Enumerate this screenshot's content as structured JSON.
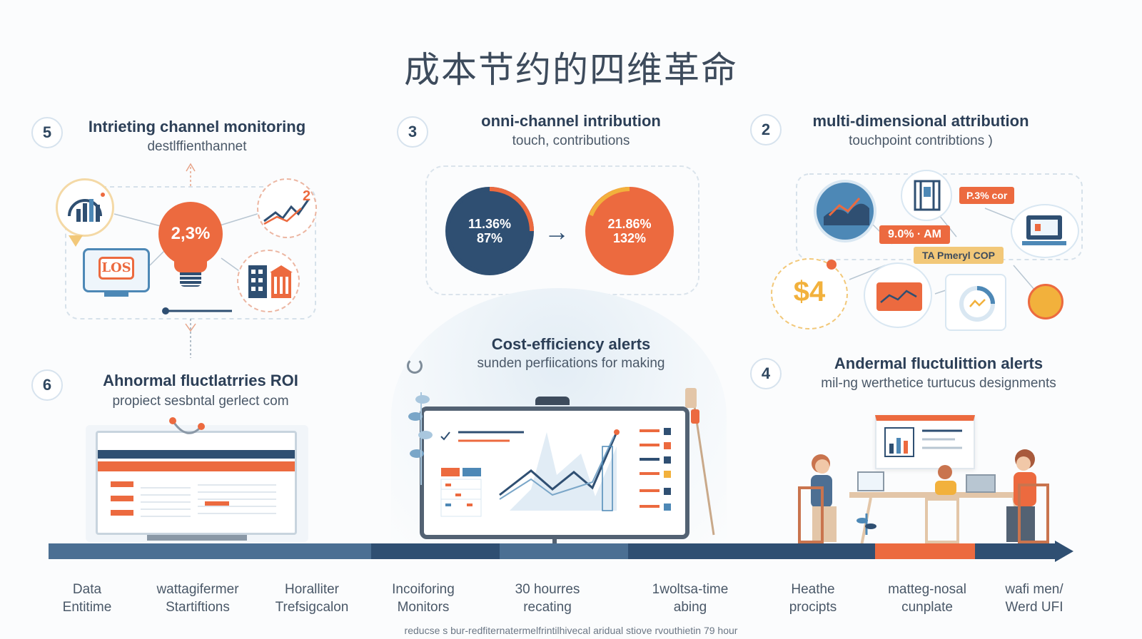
{
  "title": "成本节约的四维革命",
  "sections": {
    "s5": {
      "number": "5",
      "title": "Intrieting channel monitoring",
      "subtitle": "destlffienthannet",
      "bulb_value": "2,3%",
      "badge": "2",
      "logo_text": "LOS"
    },
    "s3": {
      "number": "3",
      "title": "onni-channel intribution",
      "subtitle": "touch, contributions",
      "left_circle": {
        "line1": "11.36%",
        "line2": "87%"
      },
      "right_circle": {
        "line1": "21.86%",
        "line2": "132%"
      }
    },
    "s2": {
      "number": "2",
      "title": "multi-dimensional attribution",
      "subtitle": "touchpoint contribtions )",
      "tag1": "P.3% cor",
      "tag2": "9.0% · AM",
      "tag3": "TA Pmeryl COP",
      "dollar": "$4"
    },
    "s6": {
      "number": "6",
      "title": "Ahnormal fluctlatrries ROI",
      "subtitle": "propiect sesbntal gerlect com"
    },
    "center": {
      "title": "Cost-efficiency alerts",
      "subtitle": "sunden perfiications for making"
    },
    "s4": {
      "number": "4",
      "title": "Andermal fluctulittion alerts",
      "subtitle": "mil-ng werthetice turtucus designments"
    }
  },
  "timeline": [
    {
      "line1": "Data",
      "line2": "Entitime"
    },
    {
      "line1": "wattagifermer",
      "line2": "Startiftions"
    },
    {
      "line1": "Horalliter",
      "line2": "Trefsigcalon"
    },
    {
      "line1": "Incoiforing",
      "line2": "Monitors"
    },
    {
      "line1": "30 hourres",
      "line2": "recating"
    },
    {
      "line1": "1woltsa-time",
      "line2": "abing"
    },
    {
      "line1": "Heathe",
      "line2": "procipts"
    },
    {
      "line1": "matteg-nosal",
      "line2": "cunplate"
    },
    {
      "line1": "wafi men/",
      "line2": "Werd UFI"
    }
  ],
  "footer_note": "reducse s bur-redfiternatermelfrintilhivecal aridual stiove rvouthietin 79 hour",
  "colors": {
    "navy": "#2f4f72",
    "orange": "#ec6a3f",
    "light_blue": "#d9e7f2",
    "timeline_blue": "#4b6f93"
  }
}
